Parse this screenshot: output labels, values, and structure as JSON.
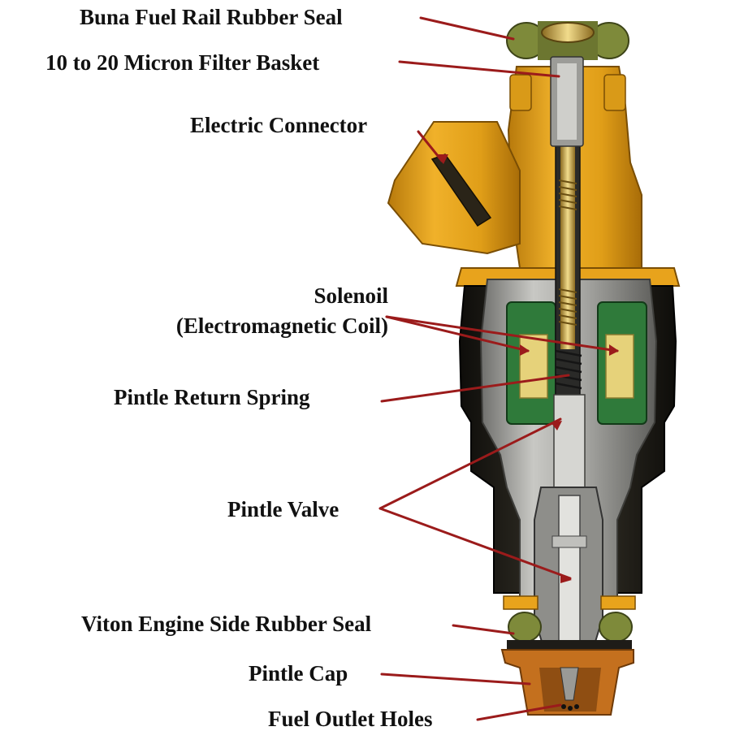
{
  "labels": {
    "buna_seal": "Buna Fuel Rail Rubber Seal",
    "filter_basket": "10 to 20 Micron Filter Basket",
    "electric_connector": "Electric Connector",
    "solenoid_line1": "Solenoil",
    "solenoid_line2": "(Electromagnetic Coil)",
    "pintle_spring": "Pintle  Return Spring",
    "pintle_valve": "Pintle  Valve",
    "viton_seal": "Viton Engine Side Rubber Seal",
    "pintle_cap": "Pintle Cap",
    "fuel_outlet": "Fuel Outlet Holes"
  },
  "colors": {
    "leader": "#9b1b1b",
    "body_yellow": "#e3a21a",
    "steel": "#a8a8a4",
    "coil_green": "#2f7a3a",
    "coil_yellow": "#e6d27a",
    "seal_olive": "#7e8a3a",
    "rubber_black": "#1e1c18",
    "cap_orange": "#c4701e"
  }
}
